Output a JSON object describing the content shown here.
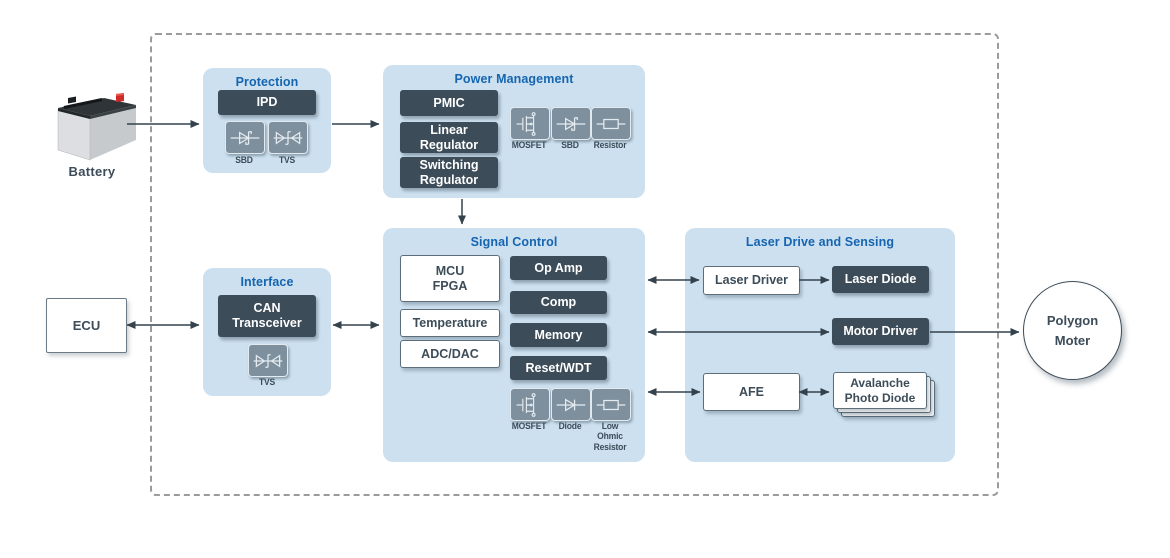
{
  "colors": {
    "block_bg": "#cce0f0",
    "chip_dark_bg": "#3c4c58",
    "chip_dark_text": "#ffffff",
    "chip_light_border": "#5d6e7a",
    "title_blue": "#1565b0",
    "icon_box_bg": "#7e909e",
    "line_color": "#33424d",
    "dashed_border": "#9b9b9b",
    "battery_terminal_red": "#cf2b2b"
  },
  "external": {
    "battery": {
      "label": "Battery"
    },
    "ecu": {
      "label": "ECU"
    },
    "polygon_motor": {
      "label": "Polygon\nMoter"
    }
  },
  "blocks": {
    "protection": {
      "title": "Protection",
      "chips": [
        {
          "label": "IPD"
        }
      ],
      "icons": [
        {
          "label": "SBD"
        },
        {
          "label": "TVS"
        }
      ]
    },
    "power_management": {
      "title": "Power Management",
      "chips": [
        {
          "label": "PMIC"
        },
        {
          "label": "Linear\nRegulator"
        },
        {
          "label": "Switching\nRegulator"
        }
      ],
      "icons": [
        {
          "label": "MOSFET"
        },
        {
          "label": "SBD"
        },
        {
          "label": "Resistor"
        }
      ]
    },
    "interface": {
      "title": "Interface",
      "chips": [
        {
          "label": "CAN\nTransceiver"
        }
      ],
      "icons": [
        {
          "label": "TVS"
        }
      ]
    },
    "signal_control": {
      "title": "Signal Control",
      "white_chips": [
        {
          "label": "MCU\nFPGA"
        },
        {
          "label": "Temperature"
        },
        {
          "label": "ADC/DAC"
        }
      ],
      "dark_chips": [
        {
          "label": "Op Amp"
        },
        {
          "label": "Comp"
        },
        {
          "label": "Memory"
        },
        {
          "label": "Reset/WDT"
        }
      ],
      "icons": [
        {
          "label": "MOSFET"
        },
        {
          "label": "Diode"
        },
        {
          "label": "Low\nOhmic\nResistor"
        }
      ]
    },
    "laser_drive": {
      "title": "Laser Drive and Sensing",
      "laser_driver": {
        "label": "Laser Driver"
      },
      "laser_diode": {
        "label": "Laser Diode"
      },
      "motor_driver": {
        "label": "Motor Driver"
      },
      "afe": {
        "label": "AFE"
      },
      "avalanche_photo_diode": {
        "label": "Avalanche\nPhoto Diode"
      }
    }
  }
}
